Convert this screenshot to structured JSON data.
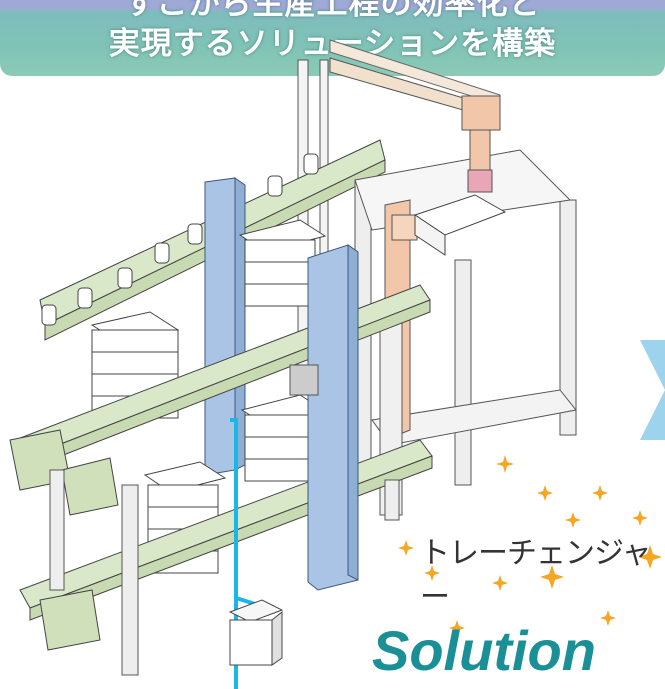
{
  "banner": {
    "line1": "すこから生産工程の効率化と",
    "line2": "実現するソリューションを構築"
  },
  "labels": {
    "tray_changer": "トレーチェンジャー",
    "solution": "Solution"
  },
  "colors": {
    "banner": "#7fc3b6",
    "blue_column": "#a9c4e4",
    "green_rail": "#d9e8c8",
    "orange_parts": "#f2c7a9",
    "cable": "#19b6e6",
    "accent_text": "#1a8f96",
    "sparkle": "#f5a623"
  }
}
